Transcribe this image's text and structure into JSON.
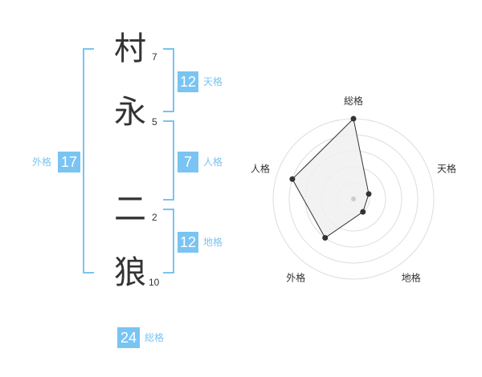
{
  "name": {
    "characters": [
      {
        "char": "村",
        "strokes": "7"
      },
      {
        "char": "永",
        "strokes": "5"
      },
      {
        "char": "二",
        "strokes": "2"
      },
      {
        "char": "狼",
        "strokes": "10"
      }
    ]
  },
  "fortunes": {
    "tenkaku": {
      "label": "天格",
      "value": "12"
    },
    "jinkaku": {
      "label": "人格",
      "value": "7"
    },
    "chikaku": {
      "label": "地格",
      "value": "12"
    },
    "gaikaku": {
      "label": "外格",
      "value": "17"
    },
    "soukaku": {
      "label": "総格",
      "value": "24"
    }
  },
  "colors": {
    "accent": "#79c4f2",
    "text": "#333333",
    "radar_fill": "#f0f0f0",
    "radar_grid": "#dddddd"
  },
  "chart_data": {
    "type": "radar",
    "axes": [
      "総格",
      "天格",
      "地格",
      "外格",
      "人格"
    ],
    "values": [
      5,
      1,
      1,
      3,
      4
    ],
    "max": 5,
    "grid_levels": 5
  }
}
